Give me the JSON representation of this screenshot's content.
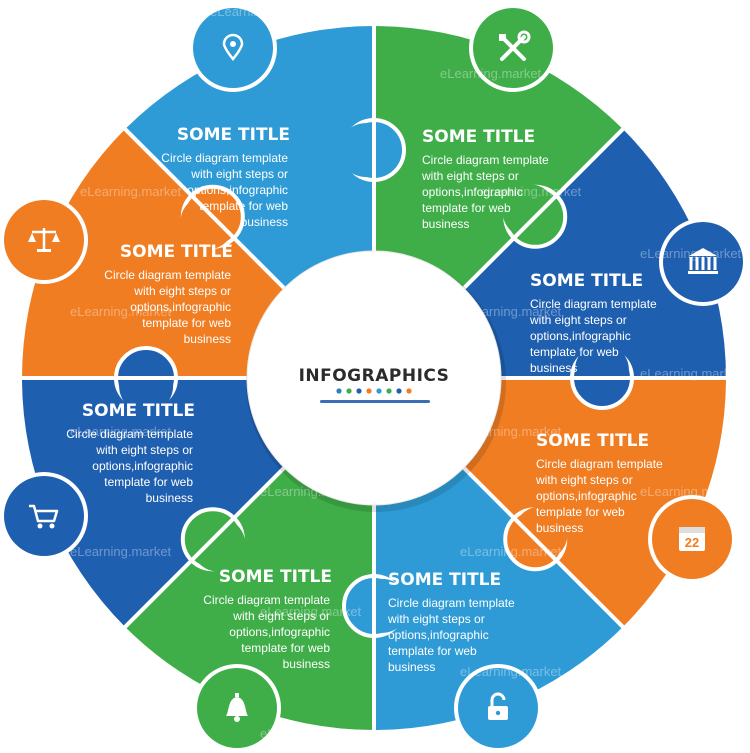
{
  "center": {
    "title": "INFOGRAPHICS",
    "dot_colors": [
      "#2f7fc1",
      "#3fae49",
      "#1f5fb0",
      "#f07d22",
      "#2f9bd6",
      "#3fae49",
      "#1f5fb0",
      "#f07d22"
    ]
  },
  "colors": {
    "orange": "#f07d22",
    "green": "#3fae49",
    "blue_dark": "#1f5fb0",
    "blue_light": "#2f9bd6"
  },
  "segments": [
    {
      "title": "SOME TITLE",
      "body": [
        "Circle diagram template",
        "with eight steps or",
        "options,infographic",
        "template for web",
        "business"
      ],
      "color": "#2f9bd6",
      "icon": "location-pin-icon"
    },
    {
      "title": "SOME TITLE",
      "body": [
        "Circle diagram template",
        "with eight steps or",
        "options,infographic",
        "template for web",
        "business"
      ],
      "color": "#3fae49",
      "icon": "tools-icon"
    },
    {
      "title": "SOME TITLE",
      "body": [
        "Circle diagram template",
        "with eight steps or",
        "options,infographic",
        "template for web",
        "business"
      ],
      "color": "#1f5fb0",
      "icon": "bank-icon"
    },
    {
      "title": "SOME TITLE",
      "body": [
        "Circle diagram template",
        "with eight steps or",
        "options,infographic",
        "template for web",
        "business"
      ],
      "color": "#f07d22",
      "icon": "calendar-icon",
      "icon_text": "22"
    },
    {
      "title": "SOME TITLE",
      "body": [
        "Circle diagram template",
        "with eight steps or",
        "options,infographic",
        "template for web",
        "business"
      ],
      "color": "#2f9bd6",
      "icon": "padlock-icon"
    },
    {
      "title": "SOME TITLE",
      "body": [
        "Circle diagram template",
        "with eight steps or",
        "options,infographic",
        "template for web",
        "business"
      ],
      "color": "#3fae49",
      "icon": "bell-icon"
    },
    {
      "title": "SOME TITLE",
      "body": [
        "Circle diagram template",
        "with eight steps or",
        "options,infographic",
        "template for web",
        "business"
      ],
      "color": "#1f5fb0",
      "icon": "shopping-cart-icon"
    },
    {
      "title": "SOME TITLE",
      "body": [
        "Circle diagram template",
        "with eight steps or",
        "options,infographic",
        "template for web",
        "business"
      ],
      "color": "#f07d22",
      "icon": "scales-icon"
    }
  ],
  "watermark": "eLearning.market"
}
